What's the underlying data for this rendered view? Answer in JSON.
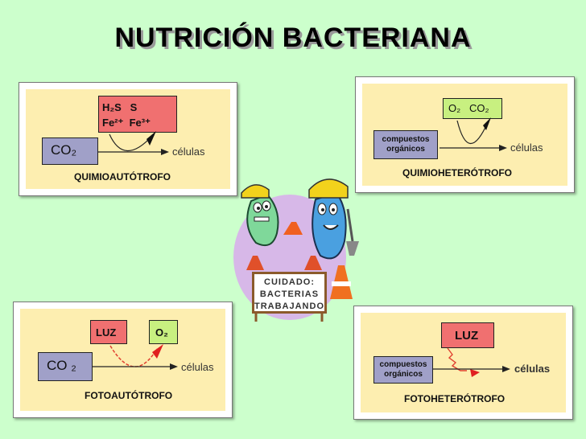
{
  "title": "NUTRICIÓN BACTERIANA",
  "panels": {
    "quimioautotrofo": {
      "name": "QUIMIOAUTÓTROFO",
      "source": "CO₂",
      "donors": "H₂S   S\nFe²⁺  Fe³⁺",
      "product": "células"
    },
    "quimioheterotrofo": {
      "name": "QUIMIOHETERÓTROFO",
      "source_line1": "compuestos",
      "source_line2": "orgánicos",
      "gases": "O₂   CO₂",
      "product": "células"
    },
    "fotoautotrofo": {
      "name": "FOTOAUTÓTROFO",
      "source": "CO ₂",
      "light": "LUZ",
      "gas": "O₂",
      "product": "células"
    },
    "fotoheterotrofo": {
      "name": "FOTOHETERÓTROFO",
      "source_line1": "compuestos",
      "source_line2": "orgánicos",
      "light": "LUZ",
      "product": "células"
    }
  },
  "sign": {
    "line1": "CUIDADO:",
    "line2": "BACTERIAS",
    "line3": "TRABAJANDO"
  }
}
